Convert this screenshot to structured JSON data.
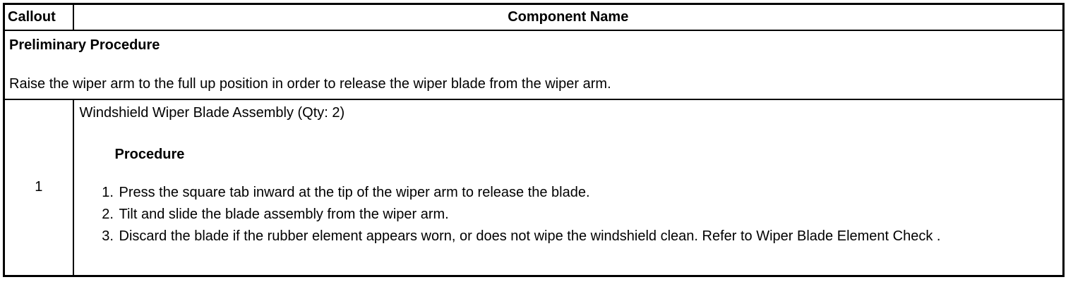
{
  "table": {
    "header": {
      "callout": "Callout",
      "component_name": "Component Name"
    },
    "preliminary": {
      "title": "Preliminary Procedure",
      "text": "Raise the wiper arm to the full up position in order to release the wiper blade from the wiper arm."
    },
    "rows": [
      {
        "callout": "1",
        "component": "Windshield Wiper Blade Assembly (Qty: 2)",
        "procedure_title": "Procedure",
        "steps": [
          "Press the square tab inward at the tip of the wiper arm to release the blade.",
          "Tilt and slide the blade assembly from the wiper arm.",
          "Discard the blade if the rubber element appears worn, or does not wipe the windshield clean. Refer to Wiper Blade Element Check ."
        ]
      }
    ]
  },
  "colors": {
    "border": "#000000",
    "text": "#000000",
    "background": "#ffffff"
  }
}
